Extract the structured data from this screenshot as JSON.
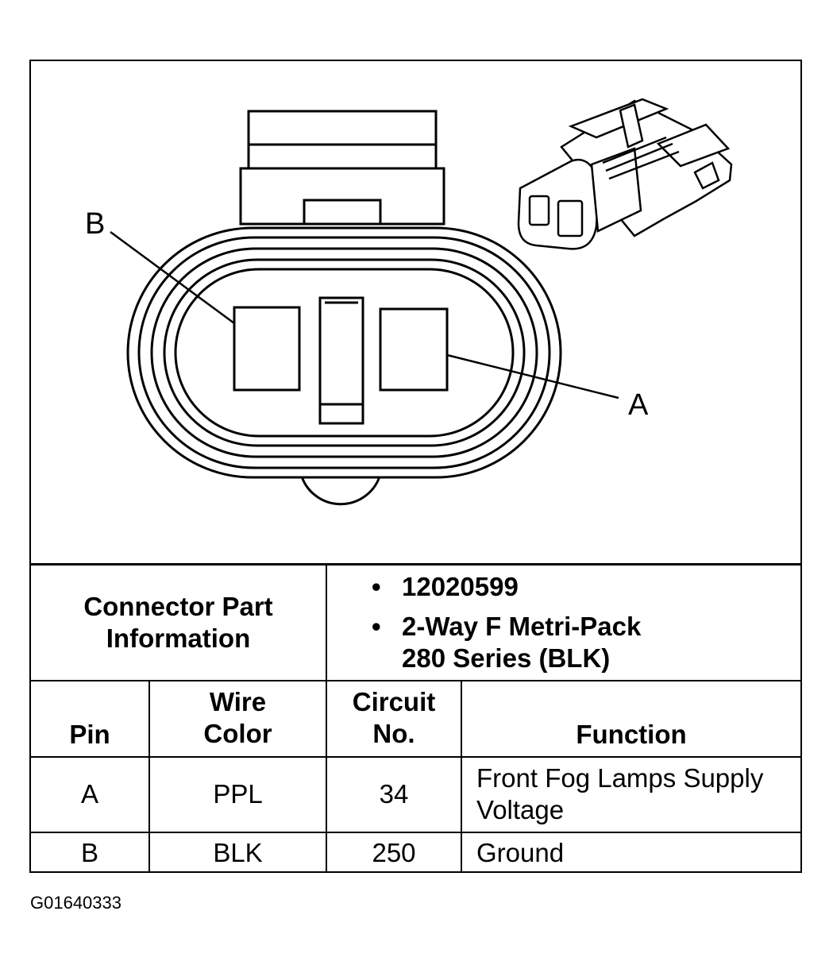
{
  "diagram": {
    "pin_labels": [
      "B",
      "A"
    ]
  },
  "part_info": {
    "label": "Connector Part Information",
    "items": [
      "12020599",
      "2-Way F Metri-Pack",
      "280 Series (BLK)"
    ]
  },
  "pin_table": {
    "headers": [
      "Pin",
      "Wire Color",
      "Circuit No.",
      "Function"
    ],
    "rows": [
      {
        "pin": "A",
        "wire_color": "PPL",
        "circuit": "34",
        "function_line1": "Front Fog Lamps Supply",
        "function_line2": "Voltage"
      },
      {
        "pin": "B",
        "wire_color": "BLK",
        "circuit": "250",
        "function_line1": "Ground",
        "function_line2": ""
      }
    ]
  },
  "footer": {
    "figure_id": "G01640333"
  }
}
